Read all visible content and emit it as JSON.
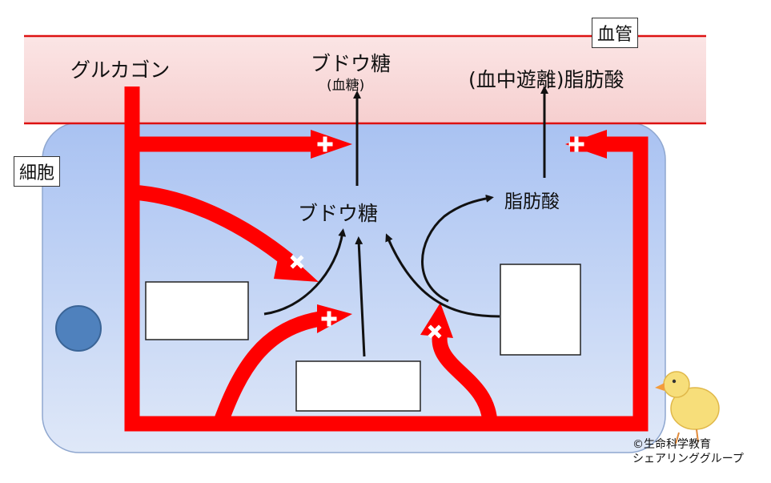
{
  "labels": {
    "blood_vessel": "血管",
    "cell": "細胞",
    "glucagon": "グルカゴン",
    "glucose_blood": "ブドウ糖",
    "blood_sugar": "(血糖)",
    "free_fatty_acid": "(血中遊離)脂肪酸",
    "glucose_cell": "ブドウ糖",
    "fatty_acid": "脂肪酸"
  },
  "credit": {
    "line1": "©生命科学教育",
    "line2": "シェアリンググループ"
  },
  "colors": {
    "vessel_fill": "#f8d8d8",
    "vessel_line": "#dd1111",
    "cell_fill": "#b7ccf2",
    "glucagon_path": "#ff0000",
    "nucleus": "#4f81bd"
  }
}
